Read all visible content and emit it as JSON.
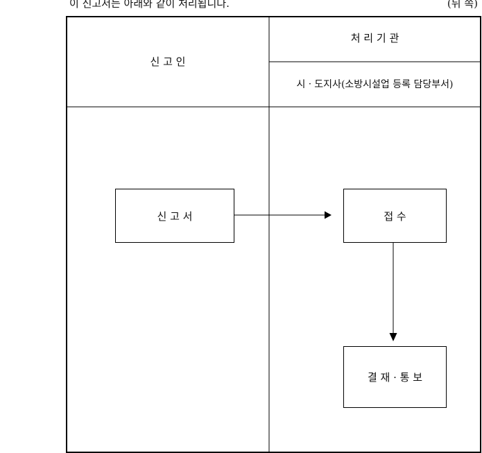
{
  "header": {
    "note": "이 신고서는 아래와 같이 처리됩니다.",
    "side": "(뒤 쪽)"
  },
  "table": {
    "applicant_col": "신 고 인",
    "agency_col": "처 리 기 관",
    "agency_sub": "시ㆍ도지사(소방시설업 등록 담당부서)"
  },
  "flow": {
    "step_report": "신 고 서",
    "step_receipt": "접 수",
    "step_approval": "결 재 · 통 보"
  }
}
